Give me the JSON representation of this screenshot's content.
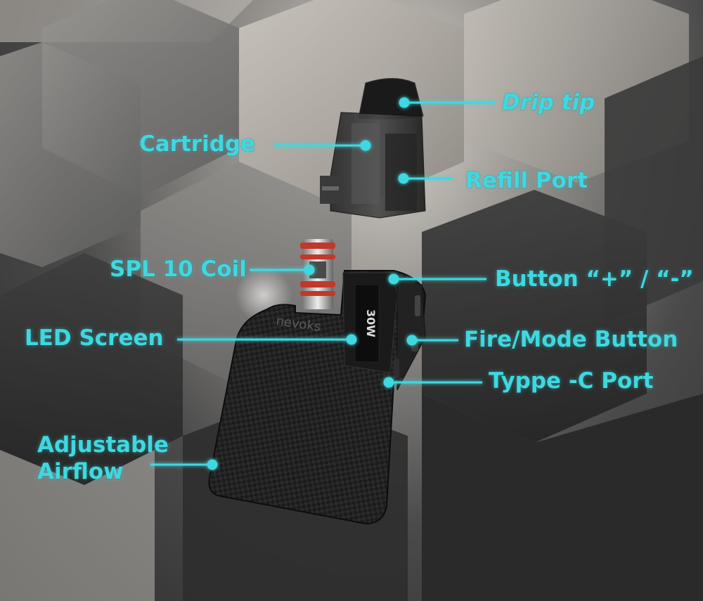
{
  "brand_text": "nevoks",
  "screen_text": "30W",
  "labels": {
    "drip_tip": "Drip tip",
    "cartridge": "Cartridge",
    "refill_port": "Refill Port",
    "coil": "SPL 10 Coil",
    "button_plus_minus": "Button “+” / “-”",
    "led_screen": "LED Screen",
    "fire_mode_button": "Fire/Mode Button",
    "type_c_port": "Typpe -C Port",
    "airflow": "Adjustable Airflow"
  },
  "colors": {
    "accent": "#3fd8e0",
    "device_body": "#1c1c1c",
    "coil_ring": "#c0392b"
  }
}
